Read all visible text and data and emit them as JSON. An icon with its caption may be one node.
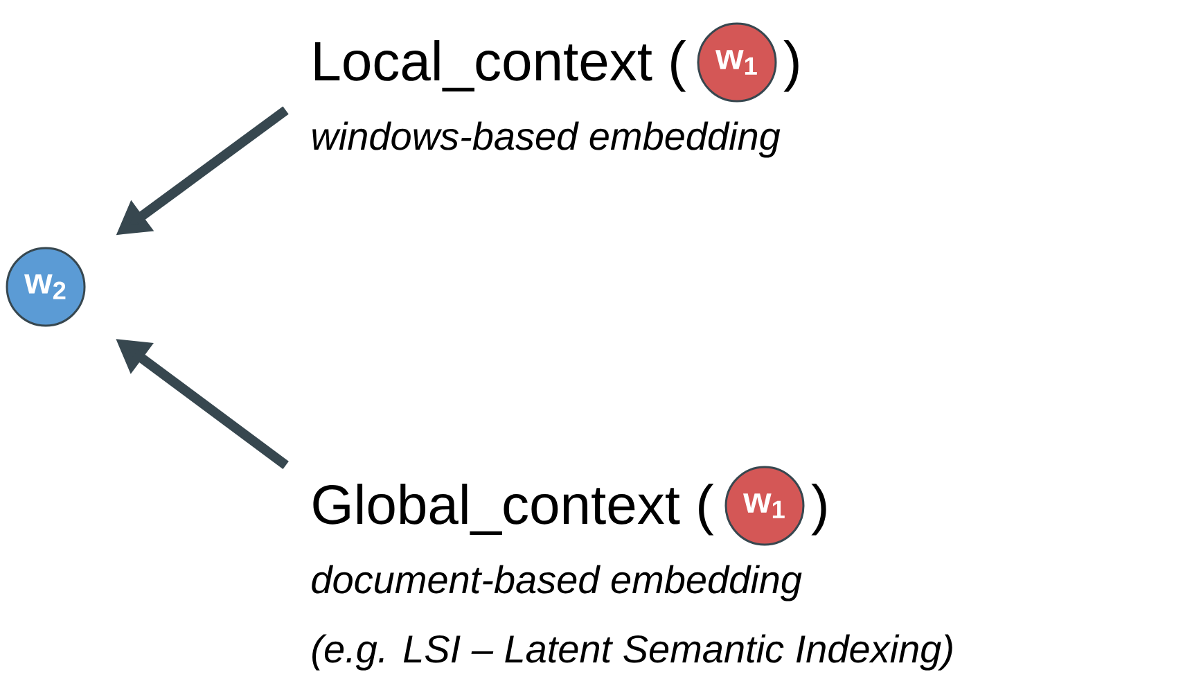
{
  "diagram": {
    "nodes": [
      {
        "text": [
          "Local_context (",
          ")",
          "windows-based embedding"
        ]
      },
      {
        "text": [
          "w$_{1}$"
        ]
      },
      {
        "text": [
          "w$_{2}$"
        ]
      },
      {
        "text": [
          "Global_context (",
          ")",
          "document-based embedding",
          "(e.g. LSI – Latent Semantic Indexing)"
        ]
      },
      {
        "text": [
          "w$_{1}$"
        ]
      }
    ],
    "edges": [
      {
        "from": 0,
        "to": 2,
        "arrow": "to"
      },
      {
        "from": 3,
        "to": 2,
        "arrow": "to"
      }
    ]
  }
}
